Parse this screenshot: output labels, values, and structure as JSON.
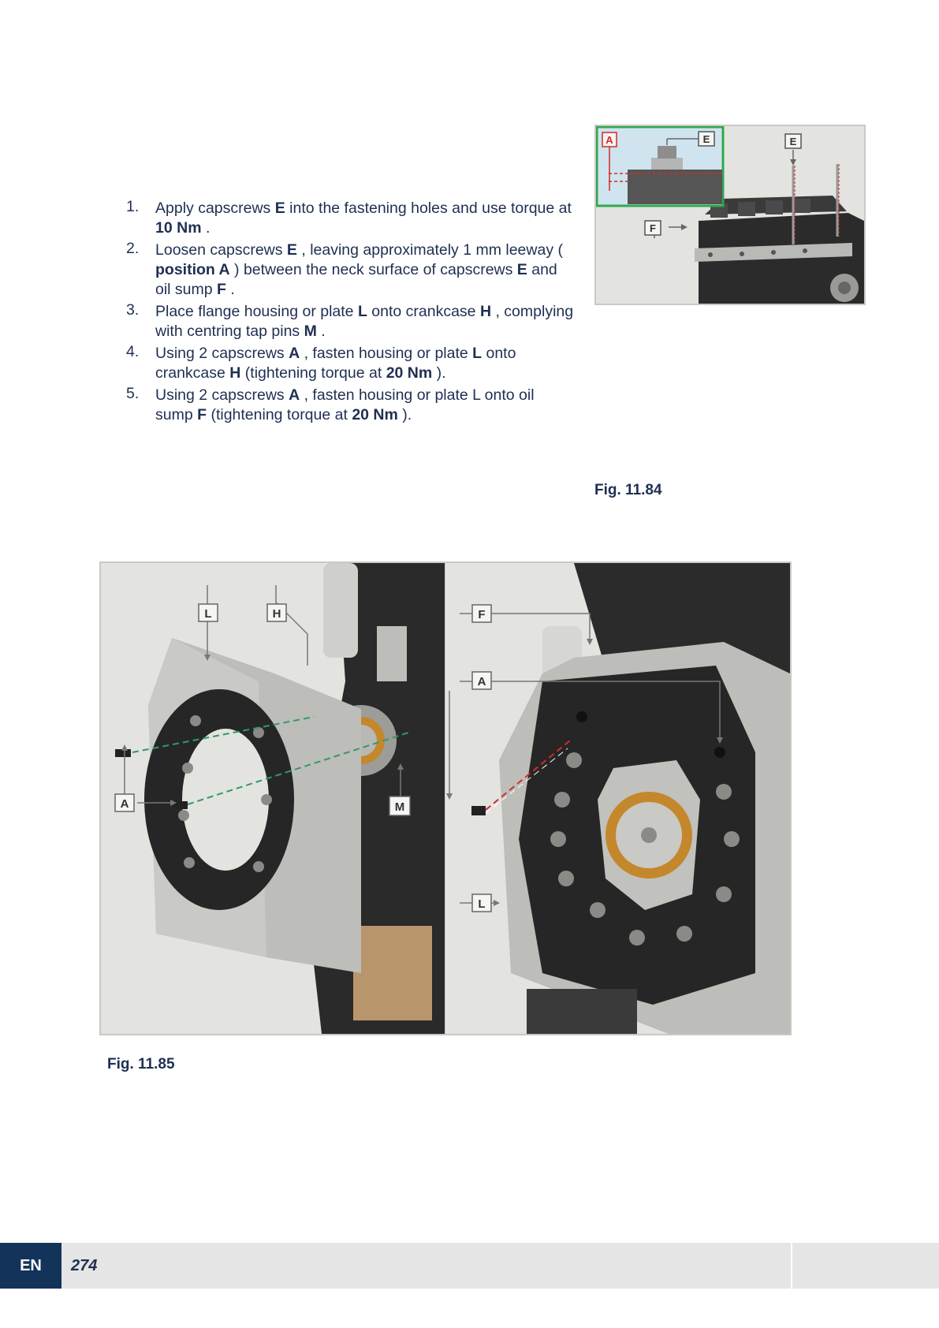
{
  "steps": [
    {
      "num": "1.",
      "parts": [
        {
          "t": "Apply capscrews "
        },
        {
          "t": "E",
          "b": true
        },
        {
          "t": " into the fastening holes and use torque at "
        },
        {
          "t": "10 Nm",
          "b": true
        },
        {
          "t": " ."
        }
      ]
    },
    {
      "num": "2.",
      "parts": [
        {
          "t": "Loosen capscrews "
        },
        {
          "t": "E",
          "b": true
        },
        {
          "t": " , leaving approximately 1 mm leeway ( "
        },
        {
          "t": "position A",
          "b": true
        },
        {
          "t": " ) between the neck surface of capscrews "
        },
        {
          "t": "E",
          "b": true
        },
        {
          "t": " and oil sump "
        },
        {
          "t": "F",
          "b": true
        },
        {
          "t": " ."
        }
      ]
    },
    {
      "num": "3.",
      "parts": [
        {
          "t": "Place flange housing or plate "
        },
        {
          "t": "L",
          "b": true
        },
        {
          "t": " onto crankcase "
        },
        {
          "t": "H",
          "b": true
        },
        {
          "t": " , complying with centring tap pins "
        },
        {
          "t": "M",
          "b": true
        },
        {
          "t": " ."
        }
      ]
    },
    {
      "num": "4.",
      "parts": [
        {
          "t": "Using 2 capscrews "
        },
        {
          "t": "A",
          "b": true
        },
        {
          "t": " , fasten housing or plate "
        },
        {
          "t": "L",
          "b": true
        },
        {
          "t": " onto crankcase "
        },
        {
          "t": "H",
          "b": true
        },
        {
          "t": " (tightening torque at  "
        },
        {
          "t": "20 Nm",
          "b": true
        },
        {
          "t": " )."
        }
      ]
    },
    {
      "num": "5.",
      "parts": [
        {
          "t": "Using 2 capscrews "
        },
        {
          "t": "A",
          "b": true
        },
        {
          "t": " , fasten housing or plate L onto oil sump "
        },
        {
          "t": "F",
          "b": true
        },
        {
          "t": " (tightening torque at "
        },
        {
          "t": "20 Nm",
          "b": true
        },
        {
          "t": " )."
        }
      ]
    }
  ],
  "figures": {
    "fig84": {
      "caption": "Fig. 11.84",
      "labels": {
        "a": "A",
        "e_inset": "E",
        "e": "E",
        "f": "F"
      }
    },
    "fig85": {
      "caption": "Fig. 11.85",
      "labels": {
        "l_left": "L",
        "h": "H",
        "a_left": "A",
        "m": "M",
        "f": "F",
        "a_right": "A",
        "l_right": "L"
      }
    }
  },
  "footer": {
    "language": "EN",
    "page_number": "274"
  },
  "colors": {
    "text": "#1f2f52",
    "footer_accent": "#13335a",
    "footer_bar": "#e5e5e5",
    "inset_border": "#2fa84f",
    "callout_red": "#d42a2a",
    "dash_green": "#2f9a6a"
  }
}
